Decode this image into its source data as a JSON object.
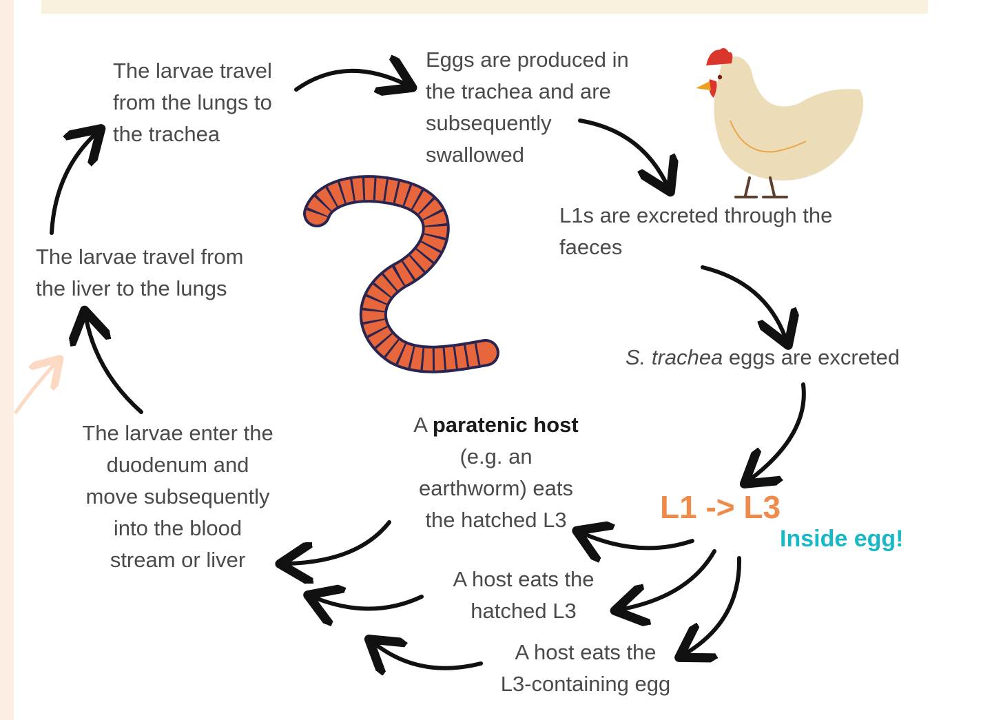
{
  "labels": {
    "larvae_lungs_to_trachea": [
      "The larvae travel",
      "from the lungs to",
      "the trachea"
    ],
    "eggs_produced": [
      "Eggs are produced in",
      "the trachea and are",
      "subsequently",
      "swallowed"
    ],
    "l1s_excreted": [
      "L1s are excreted through the",
      "faeces"
    ],
    "eggs_excreted": {
      "species": "S. trachea",
      "rest": " eggs are excreted"
    },
    "l1_l3": "L1 -> L3",
    "inside_egg": "Inside egg!",
    "paratenic": {
      "prefix": "A ",
      "bold": "paratenic host",
      "lines": [
        "(e.g. an",
        "earthworm) eats",
        "the hatched L3"
      ]
    },
    "host_eats_hatched": [
      "A host eats the",
      "hatched L3"
    ],
    "host_eats_egg": [
      "A host eats the",
      "L3-containing egg"
    ],
    "larvae_duodenum": [
      "The larvae enter the",
      "duodenum and",
      "move  subsequently",
      "into the blood",
      "stream or liver"
    ],
    "larvae_liver_to_lungs": [
      "The larvae travel from",
      "the liver to the lungs"
    ]
  },
  "colors": {
    "text": "#4a4a4a",
    "arrow": "#111111",
    "accent_orange": "#f08a4b",
    "accent_teal": "#17b8c8",
    "worm_orange": "#e8663c",
    "worm_outline": "#2a2550",
    "hen_body": "#ecdcb8",
    "hen_comb": "#d9362c"
  },
  "icons": [
    "hen-icon",
    "earthworm-icon"
  ]
}
